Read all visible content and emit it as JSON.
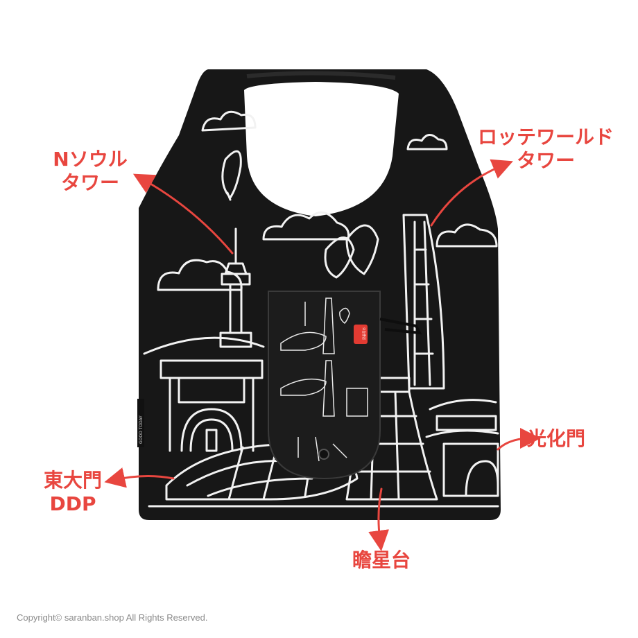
{
  "labels": {
    "n_seoul_tower": [
      "Nソウル",
      "タワー"
    ],
    "lotte_world_tower": [
      "ロッテワールド",
      "タワー"
    ],
    "gwanghwamun": "光化門",
    "dongdaemun_ddp": [
      "東大門",
      "DDP"
    ],
    "cheomseongdae": "瞻星台"
  },
  "pocket_logo": "오늘좋은",
  "side_tag": "GOOD TODAY",
  "copyright": "Copyright© saranban.shop All Rights Reserved.",
  "colors": {
    "background": "#ffffff",
    "bag": "#171717",
    "line_art": "#f2f2f2",
    "annotation": "#e8463f",
    "logo": "#e23b32",
    "copyright": "#8a8a8a"
  }
}
